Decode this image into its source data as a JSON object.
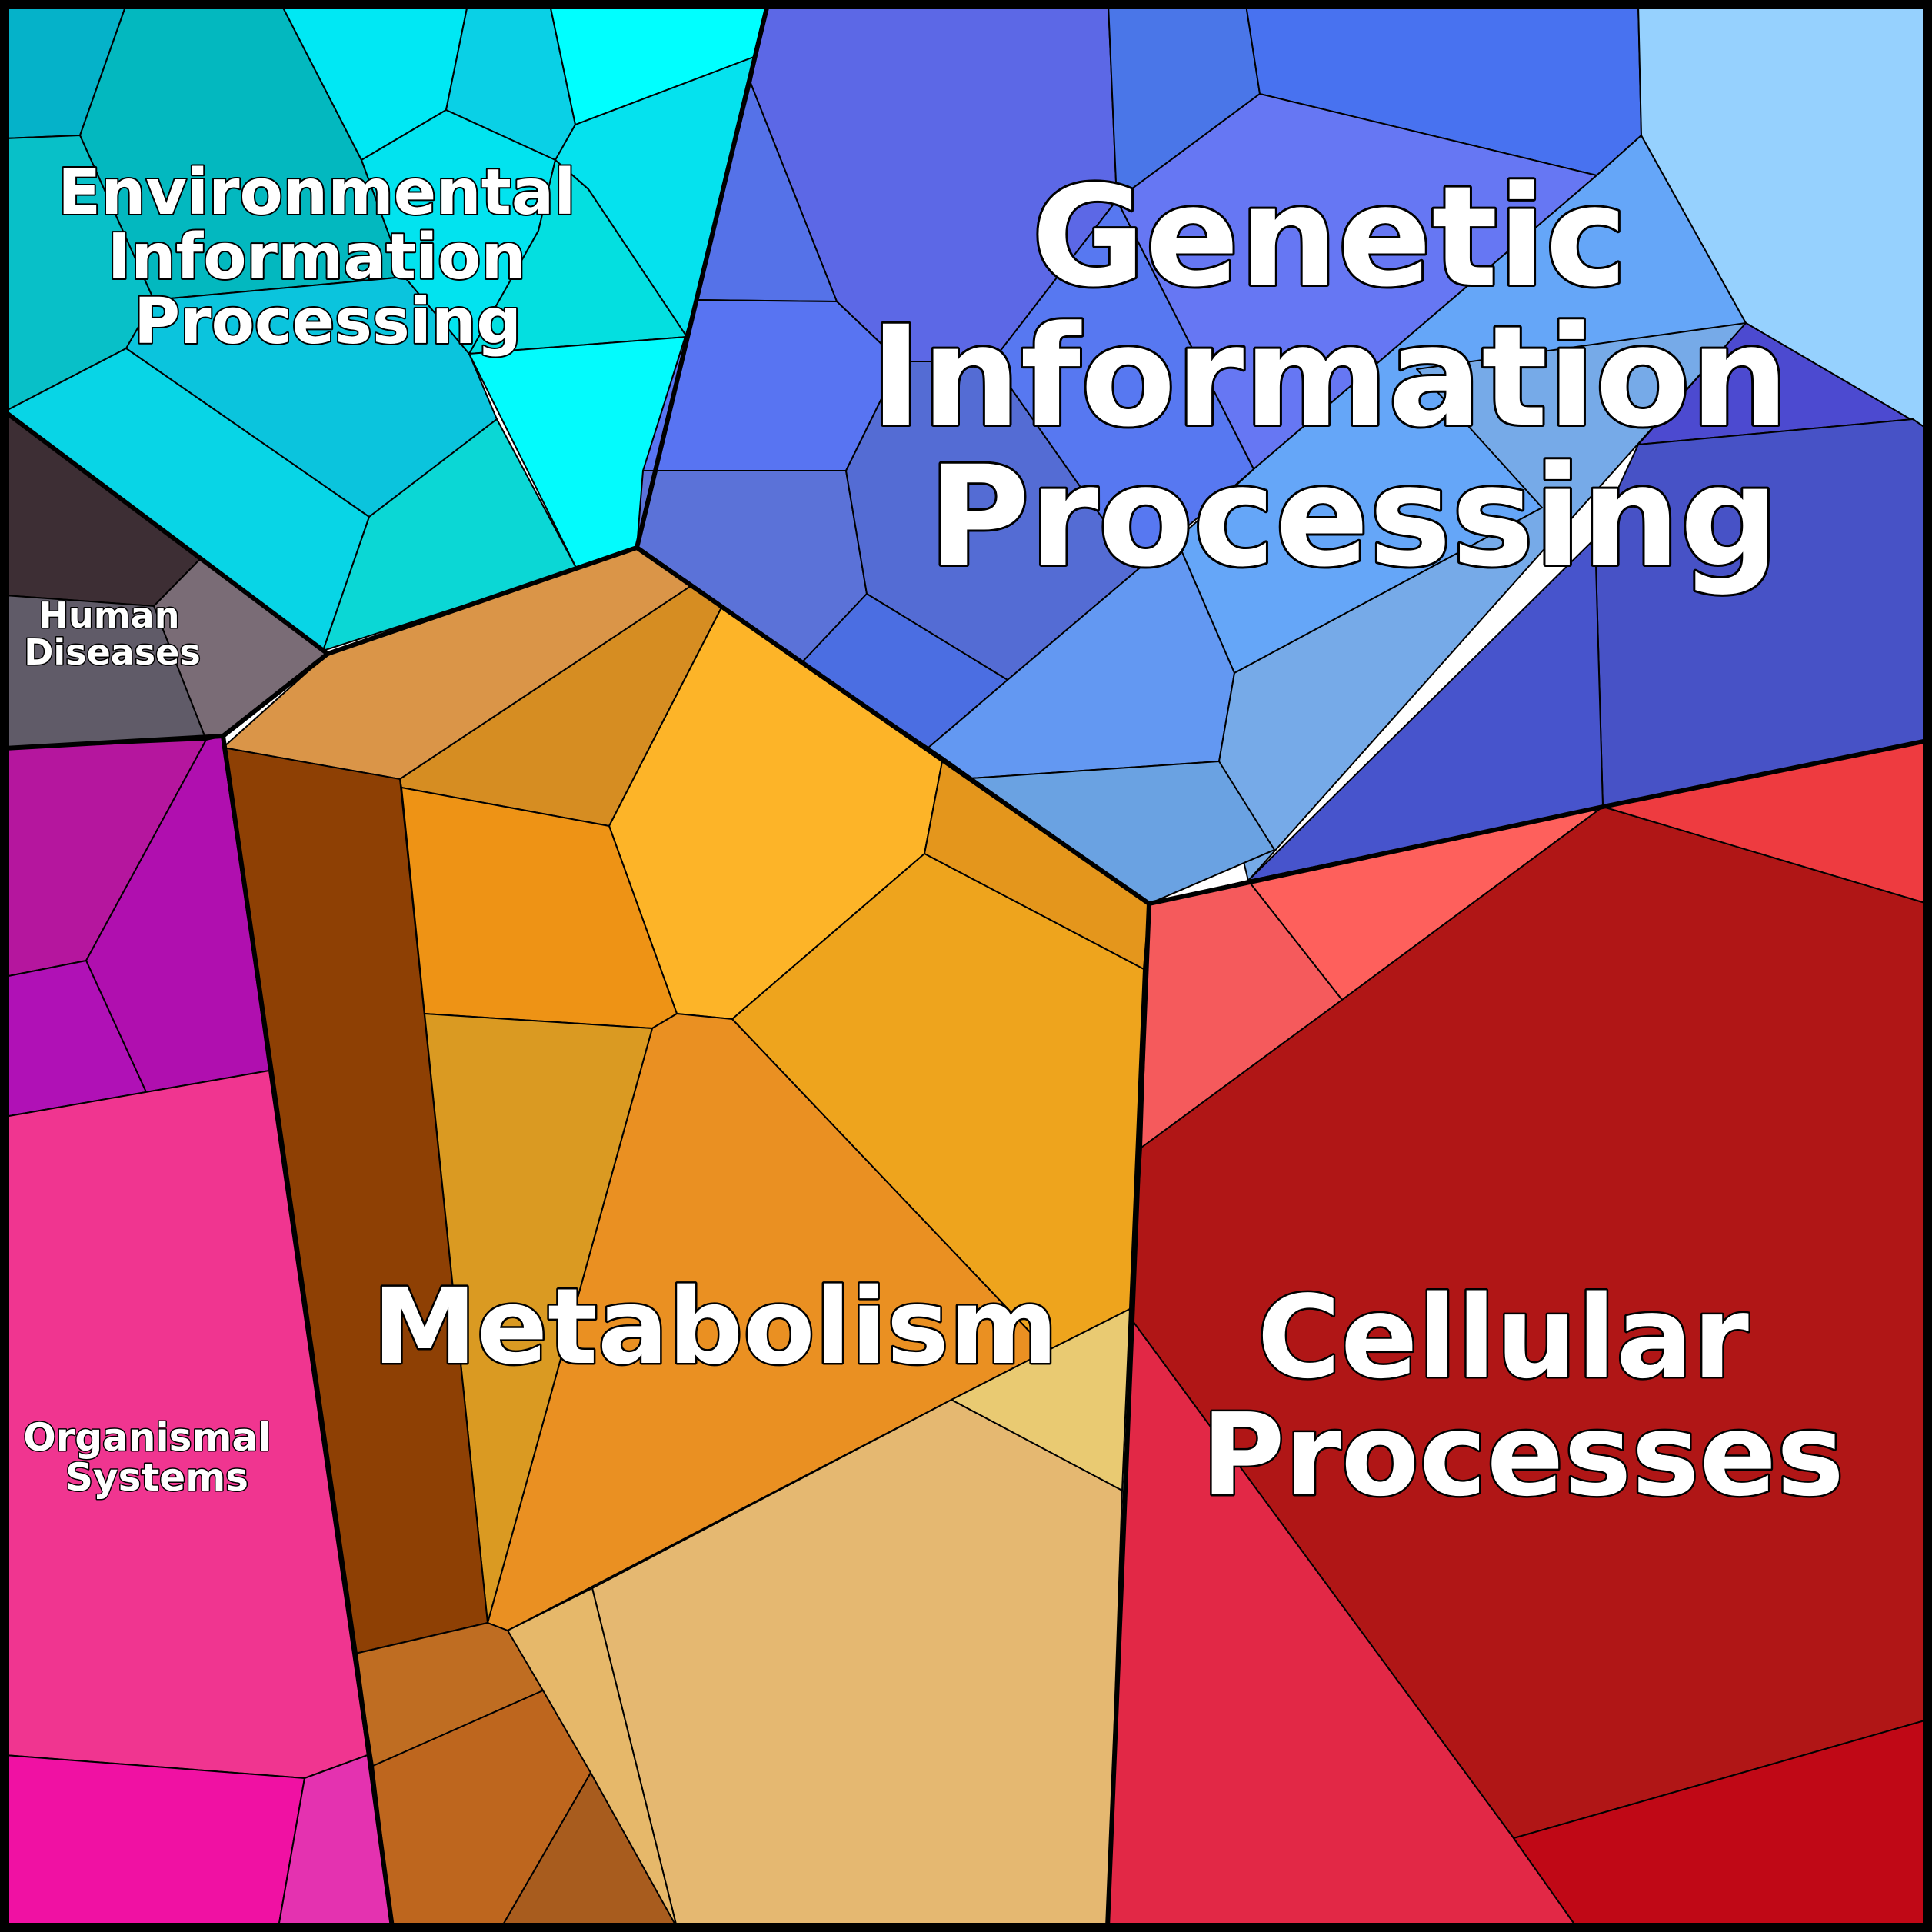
{
  "chart_data": {
    "type": "voronoi-treemap",
    "title": "",
    "groups": [
      {
        "id": "genetic",
        "label_lines": [
          "Genetic",
          "Information",
          "Processing"
        ],
        "color": "#5a70ea"
      },
      {
        "id": "environmental",
        "label_lines": [
          "Environmental",
          "Information",
          "Processing"
        ],
        "color": "#07c9dc"
      },
      {
        "id": "human",
        "label_lines": [
          "Human",
          "Diseases"
        ],
        "color": "#5d5a66"
      },
      {
        "id": "organismal",
        "label_lines": [
          "Organismal",
          "Systems"
        ],
        "color": "#ef3591"
      },
      {
        "id": "metabolism",
        "label_lines": [
          "Metabolism"
        ],
        "color": "#eb9120"
      },
      {
        "id": "cellular",
        "label_lines": [
          "Cellular",
          "Processes"
        ],
        "color": "#b01616"
      }
    ]
  }
}
